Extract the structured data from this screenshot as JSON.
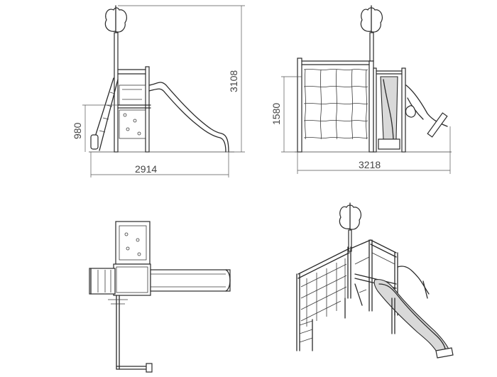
{
  "dimensions": {
    "side_height": "3108",
    "side_platform_height": "980",
    "side_length": "2914",
    "front_height": "1580",
    "front_width": "3218"
  }
}
